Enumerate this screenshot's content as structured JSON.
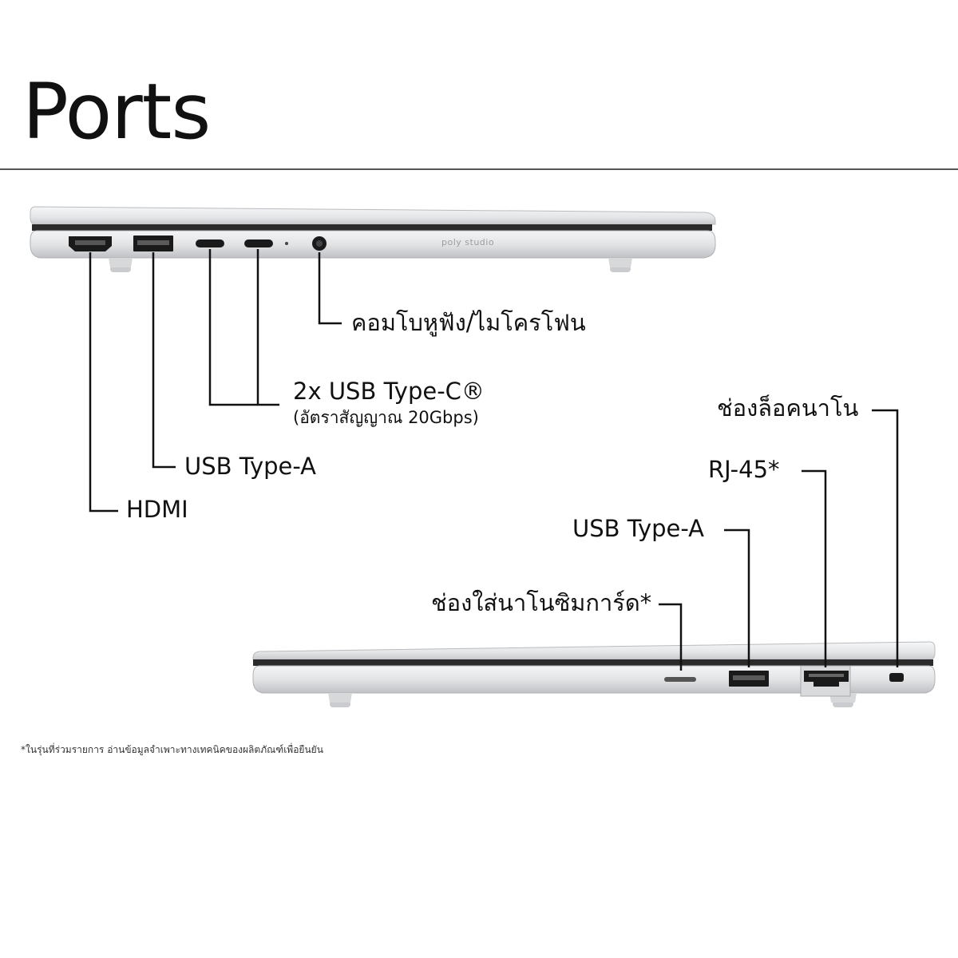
{
  "page": {
    "title": "Ports"
  },
  "left_side": {
    "brand_mark": "poly studio",
    "labels": {
      "audio": "คอมโบหูฟัง/ไมโครโฟน",
      "usbc": "2x USB Type-C®",
      "usbc_sub": "(อัตราสัญญาณ 20Gbps)",
      "usba": "USB Type-A",
      "hdmi": "HDMI"
    }
  },
  "right_side": {
    "labels": {
      "lock": "ช่องล็อคนาโน",
      "rj45": "RJ-45*",
      "usba": "USB Type-A",
      "sim": "ช่องใส่นาโนซิมการ์ด*"
    }
  },
  "footnote": "*ในรุ่นที่ร่วมรายการ อ่านข้อมูลจำเพาะทางเทคนิคของผลิตภัณฑ์เพื่อยืนยัน",
  "colors": {
    "chassis_light": "#e9eaec",
    "chassis_mid": "#cfd1d4",
    "chassis_dark": "#9a9da1",
    "port_black": "#1a1a1a",
    "line": "#111111"
  }
}
